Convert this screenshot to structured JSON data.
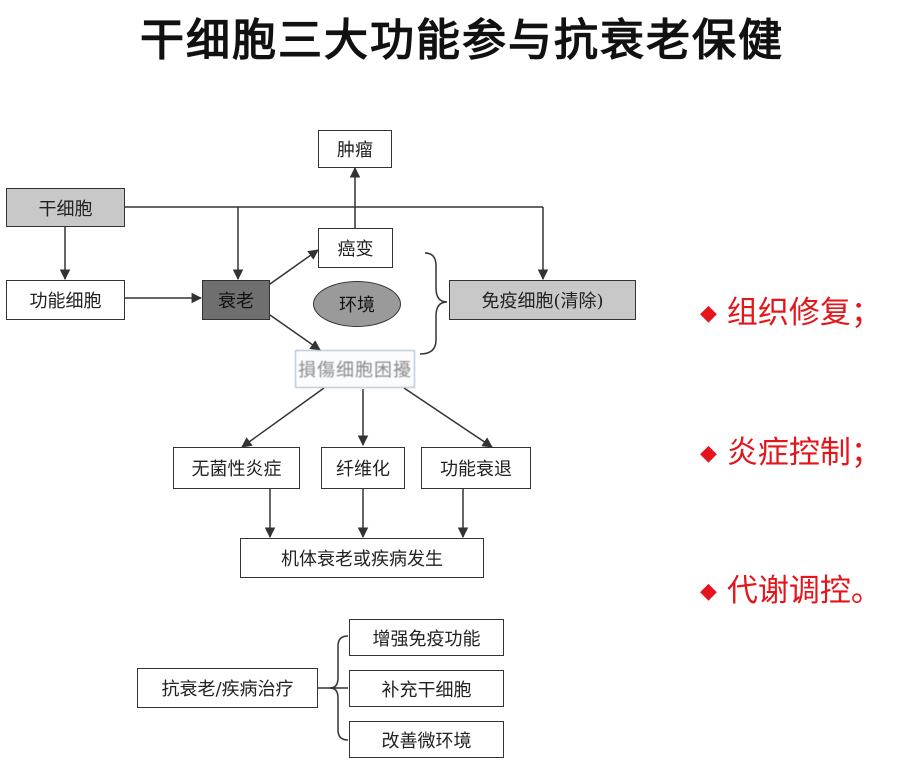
{
  "title": "干细胞三大功能参与抗衰老保健",
  "diagram": {
    "stem_cell": "干细胞",
    "functional_cells": "功能细胞",
    "aging": "衰老",
    "tumor": "肿瘤",
    "cancerization": "癌变",
    "environment": "环境",
    "immune_cells": "免疫细胞(清除)",
    "blurred_node": "損傷细胞困擾",
    "aseptic_inflammation": "无菌性炎症",
    "fibrosis": "纤维化",
    "functional_decline": "功能衰退",
    "body_aging_disease": "机体衰老或疾病发生"
  },
  "treatment": {
    "label": "抗衰老/疾病治疗",
    "items": [
      "增强免疫功能",
      "补充干细胞",
      "改善微环境"
    ]
  },
  "bullets": [
    "组织修复；",
    "炎症控制；",
    "代谢调控。"
  ],
  "colors": {
    "bullet_red": "#e5161b",
    "box_gray": "#c8c8c8",
    "box_dark": "#6f6f6f"
  }
}
